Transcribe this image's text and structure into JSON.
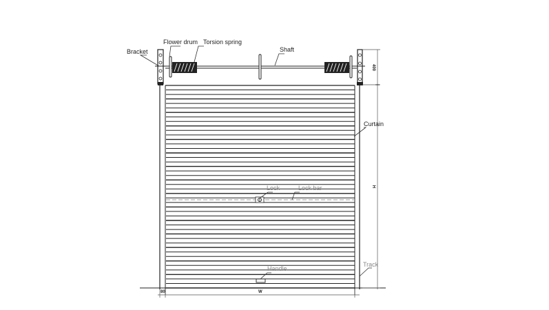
{
  "diagram": {
    "type": "rolling-shutter-door-elevation",
    "labels": {
      "bracket": "Bracket",
      "flower_drum": "Flower drum",
      "torsion_spring": "Torsion spring",
      "shaft": "Shaft",
      "curtain": "Curtain",
      "lock": "Lock",
      "lock_bar": "Lock bar",
      "handle": "Handle",
      "track": "Track"
    },
    "dimensions": {
      "top_box_height": "400",
      "door_height": "H",
      "door_width": "W",
      "track_width": "80"
    },
    "colors": {
      "line": "#222222",
      "dashed": "#bbbbbb",
      "leader": "#333333",
      "background": "#ffffff"
    },
    "slat_count": 45
  }
}
